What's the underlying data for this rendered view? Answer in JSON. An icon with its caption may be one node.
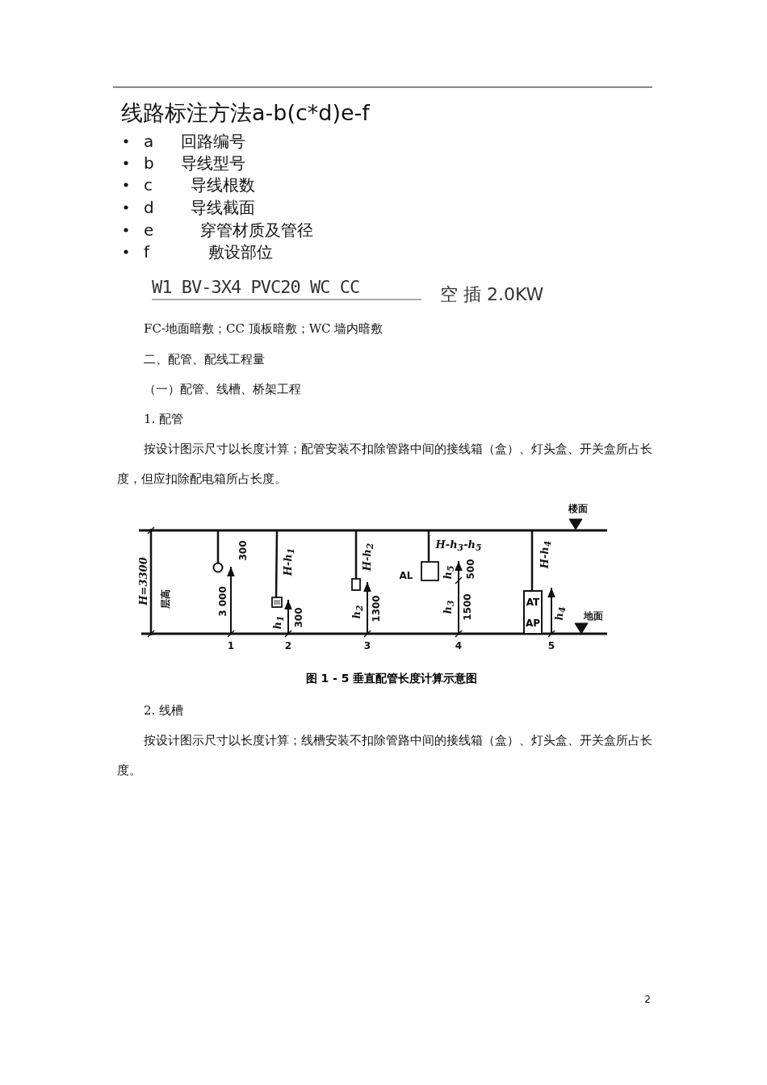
{
  "diagram": {
    "caption": "图 1 - 5 垂直配管长度计算示意图",
    "nodes": [
      {
        "text": [
          "AT AP"
        ]
      }
    ],
    "labels": [
      "线路标注方法a-b(c*d)e-f",
      "a",
      "回路编号",
      "b",
      "导线型号",
      "c",
      "导线根数",
      "d",
      "导线截面",
      "e",
      "穿管材质及管径",
      "f",
      "敷设部位",
      "W1 BV-3X4 PVC20 WC CC",
      "空 插 2.0KW",
      "FC-地面暗敷；CC 顶板暗敷；WC 墙内暗敷",
      "二、配管、配线工程量",
      "（一）配管、线槽、桥架工程",
      "1. 配管",
      "按设计图示尺寸以长度计算；配管安装不扣除管路中间的接线箱（盒）、灯头盒、开关盒所占长度，但应扣除配电箱所占长度。",
      "楼面",
      "H=3300",
      "层高",
      "300",
      "3 000",
      "H-h$_{1}$",
      "h$_{1}$",
      "300",
      "H-h$_{2}$",
      "h$_{2}$",
      "1300",
      "H-h$_{3}$-h$_{5}$",
      "AL",
      "h$_{5}$",
      "500",
      "h$_{3}$",
      "1500",
      "H-h$_{4}$",
      "h$_{4}$",
      "地面",
      "1",
      "2",
      "3",
      "4",
      "5",
      "2. 线槽",
      "按设计图示尺寸以长度计算；线槽安装不扣除管路中间的接线箱（盒）、灯头盒、开关盒所占长度。",
      "2"
    ]
  }
}
